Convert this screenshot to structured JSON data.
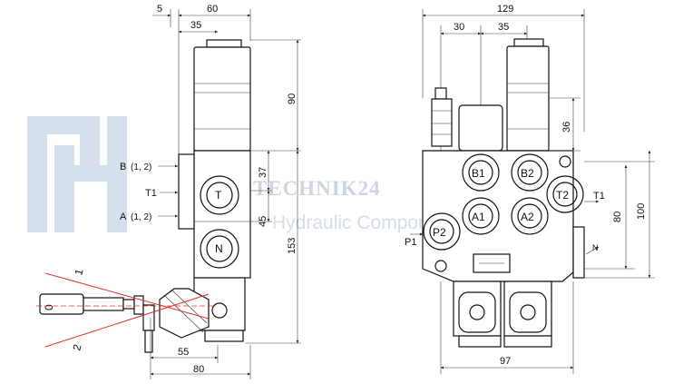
{
  "watermark": {
    "logo_text": "HIDROTECHNIK24",
    "tagline": "Hydraulic Components",
    "color": "#c9d6e6"
  },
  "left_view": {
    "dimensions": {
      "top_5": "5",
      "top_60": "60",
      "top_35": "35",
      "side_90": "90",
      "side_37": "37",
      "side_45": "45",
      "side_153": "153",
      "bottom_55": "55",
      "bottom_80": "80"
    },
    "port_labels": {
      "b": "B",
      "b_sub": "(1, 2)",
      "t1": "T1",
      "a": "A",
      "a_sub": "(1, 2)"
    },
    "circle_labels": {
      "upper": "T",
      "lower": "N"
    },
    "lever_labels": {
      "handle": "0",
      "pos1": "1",
      "pos2": "2"
    }
  },
  "right_view": {
    "dimensions": {
      "top_129": "129",
      "top_30": "30",
      "top_35": "35",
      "side_36": "36",
      "side_80": "80",
      "side_100": "100",
      "bottom_97": "97"
    },
    "ports": {
      "b1": "B1",
      "b2": "B2",
      "a1": "A1",
      "a2": "A2",
      "t2": "T2",
      "p2": "P2"
    },
    "external_labels": {
      "t1": "T1",
      "p1": "P1",
      "n": "N"
    }
  },
  "colors": {
    "accent_red": "#e03030",
    "line": "#111111"
  }
}
